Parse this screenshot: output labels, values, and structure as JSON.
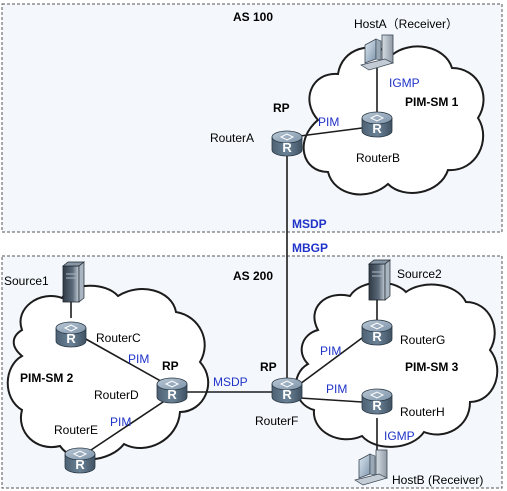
{
  "diagram": {
    "areas": [
      {
        "label": "AS 100"
      },
      {
        "label": "AS 200"
      }
    ],
    "domains": [
      {
        "label": "PIM-SM 1"
      },
      {
        "label": "PIM-SM 2"
      },
      {
        "label": "PIM-SM 3"
      }
    ],
    "routers": [
      {
        "label": "RouterA",
        "rp": "RP"
      },
      {
        "label": "RouterB"
      },
      {
        "label": "RouterC"
      },
      {
        "label": "RouterD",
        "rp": "RP"
      },
      {
        "label": "RouterE"
      },
      {
        "label": "RouterF",
        "rp": "RP"
      },
      {
        "label": "RouterG"
      },
      {
        "label": "RouterH"
      }
    ],
    "router_glyph": "R",
    "hosts": [
      {
        "label": "HostA（Receiver）"
      },
      {
        "label": "HostB (Receiver)"
      }
    ],
    "sources": [
      {
        "label": "Source1"
      },
      {
        "label": "Source2"
      }
    ],
    "link_labels": {
      "pim_ab": "PIM",
      "igmp_a": "IGMP",
      "msdp_inter": "MSDP",
      "mbgp_inter": "MBGP",
      "pim_cd": "PIM",
      "pim_de": "PIM",
      "msdp_df": "MSDP",
      "pim_fg": "PIM",
      "pim_fh": "PIM",
      "igmp_b": "IGMP"
    },
    "colors": {
      "link_label": "#1f33c8",
      "router_body": "#5a6f82",
      "cloud_stroke": "#1c1c1c",
      "as_border": "#555555"
    }
  }
}
